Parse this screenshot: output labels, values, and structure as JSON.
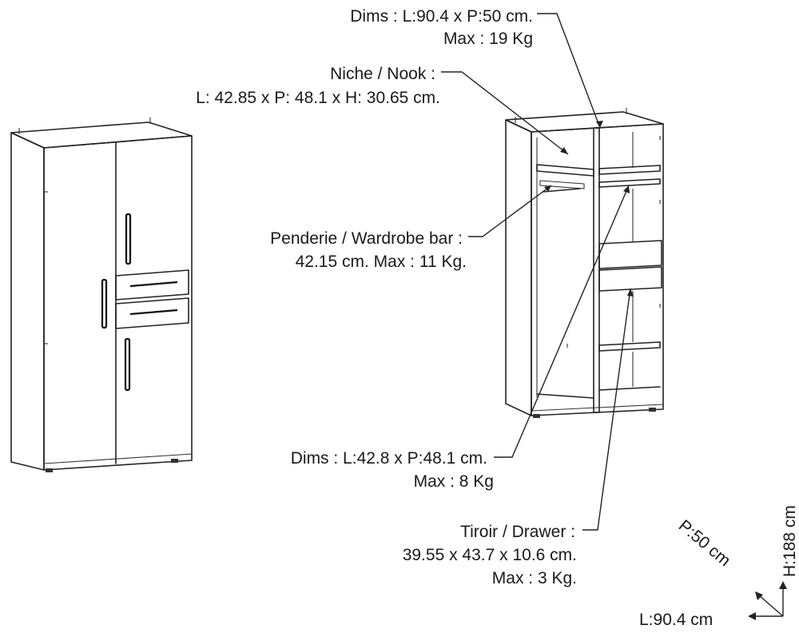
{
  "annotations": {
    "top_dims": {
      "line1": "Dims : L:90.4 x P:50 cm.",
      "line2": "Max : 19 Kg"
    },
    "niche": {
      "line1": "Niche / Nook :",
      "line2": "L: 42.85 x P: 48.1 x H: 30.65 cm."
    },
    "wardrobe_bar": {
      "line1": "Penderie / Wardrobe bar :",
      "line2": "42.15 cm. Max : 11 Kg."
    },
    "shelf_dims": {
      "line1": "Dims : L:42.8 x P:48.1 cm.",
      "line2": "Max : 8 Kg"
    },
    "drawer": {
      "line1": "Tiroir / Drawer :",
      "line2": "39.55 x 43.7 x 10.6 cm.",
      "line3": "Max : 3 Kg."
    }
  },
  "axes": {
    "depth": "P:50 cm",
    "height": "H:188 cm",
    "length": "L:90.4 cm"
  }
}
